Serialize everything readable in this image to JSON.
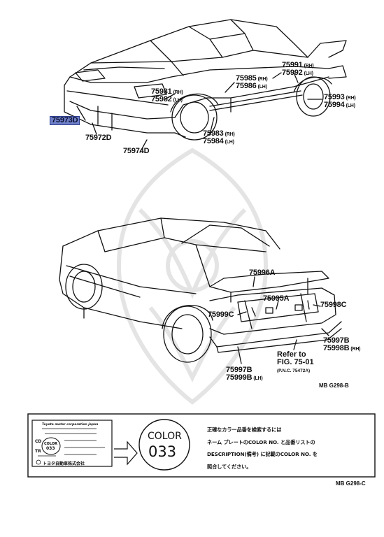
{
  "top_labels": [
    {
      "part": "75981",
      "side": "(RH)"
    },
    {
      "part": "75982",
      "side": "(LH)"
    },
    {
      "part": "75985",
      "side": "(RH)"
    },
    {
      "part": "75986",
      "side": "(LH)"
    },
    {
      "part": "75991",
      "side": "(RH)"
    },
    {
      "part": "75992",
      "side": "(LH)"
    },
    {
      "part": "75993",
      "side": "(RH)"
    },
    {
      "part": "75994",
      "side": "(LH)"
    },
    {
      "part": "75983",
      "side": "(RH)"
    },
    {
      "part": "75984",
      "side": "(LH)"
    },
    {
      "part": "75973D",
      "side": ""
    },
    {
      "part": "75972D",
      "side": ""
    },
    {
      "part": "75974D",
      "side": ""
    }
  ],
  "bottom_labels": [
    {
      "part": "75996A",
      "side": ""
    },
    {
      "part": "75995A",
      "side": ""
    },
    {
      "part": "75998C",
      "side": ""
    },
    {
      "part": "75999C",
      "side": ""
    },
    {
      "part": "75997B",
      "side": ""
    },
    {
      "part": "75998B",
      "side": "(RH)"
    },
    {
      "part": "75997B",
      "side": ""
    },
    {
      "part": "75999B",
      "side": "(LH)"
    }
  ],
  "refer": {
    "line1": "Refer to",
    "line2": "FIG. 75-01",
    "line3": "(P.N.C. 75472A)"
  },
  "fig_codes": {
    "upper": "MB  G298-B",
    "lower": "MB  G298-C"
  },
  "plate": {
    "header": "Toyota motor corporation japan",
    "row1": "CD",
    "row2": "TR",
    "badge_small_1": "COLOR",
    "badge_small_2": "033",
    "maker": "トヨタ自動車株式会社"
  },
  "color_badge": {
    "line1": "COLOR",
    "line2": "033"
  },
  "note_lines": [
    "正確なカラー品番を検索するには",
    "ネーム プレートのCOLOR NO. と品番リストの",
    "DESCRIPTION(備考) に記載のCOLOR NO. を",
    "照合してください。"
  ],
  "colors": {
    "highlight": "#6f7fc8",
    "line": "#111111",
    "watermark": "#e6e6e6"
  }
}
